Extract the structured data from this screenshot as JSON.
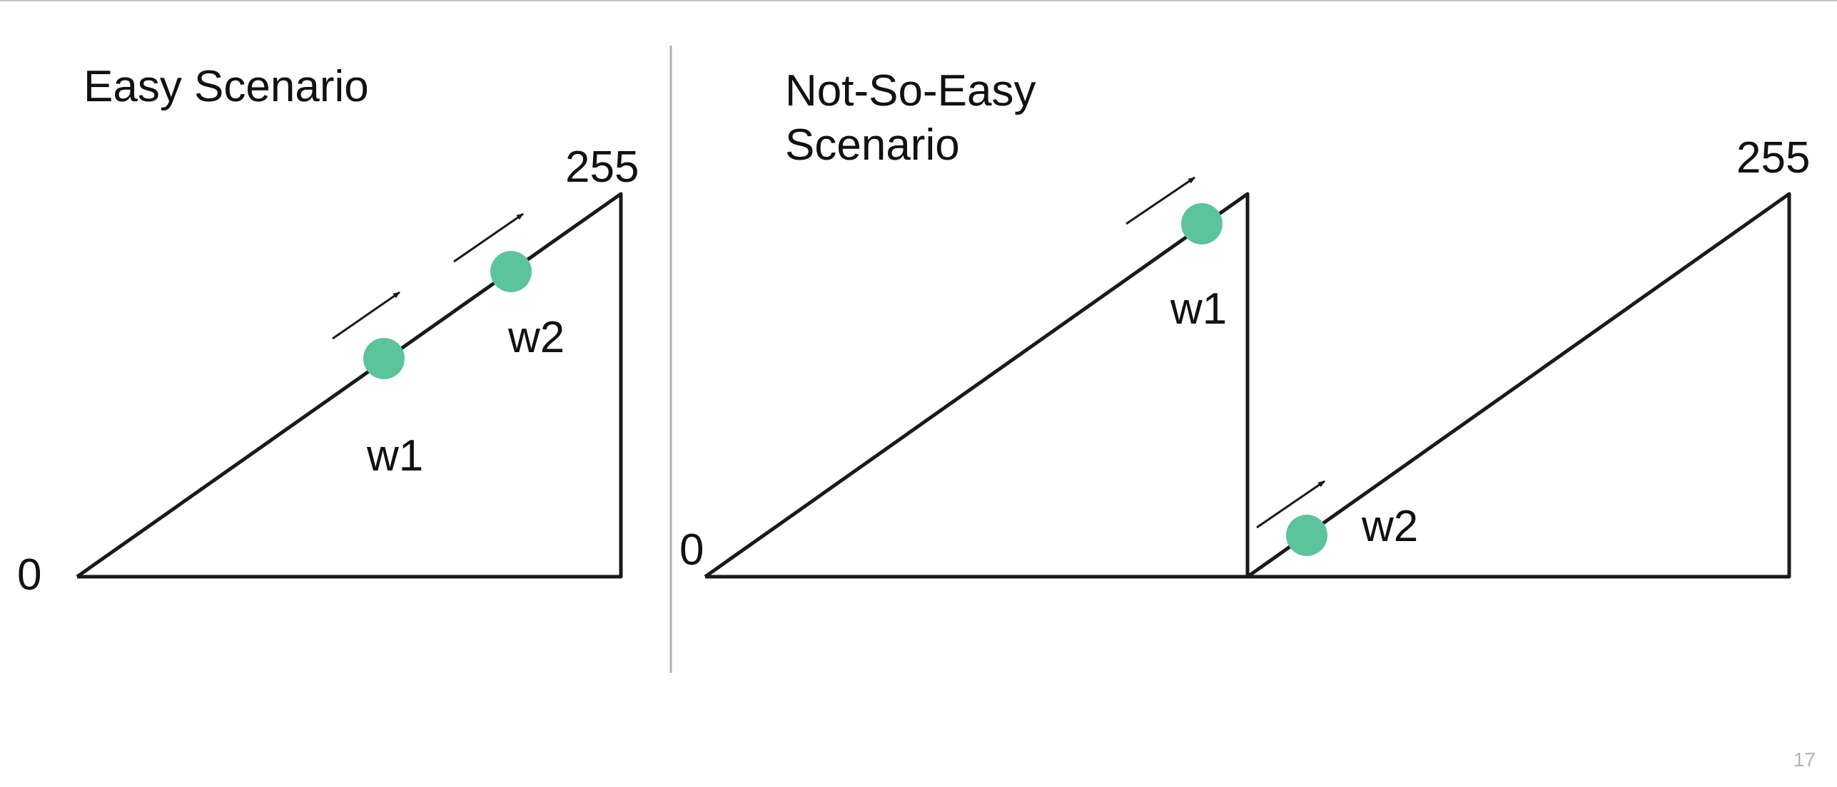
{
  "slide": {
    "page_number": "17"
  },
  "panels": {
    "easy": {
      "title": "Easy Scenario",
      "min_label": "0",
      "max_label": "255",
      "weights": [
        {
          "label": "w1"
        },
        {
          "label": "w2"
        }
      ]
    },
    "not_so_easy": {
      "title_line1": "Not-So-Easy",
      "title_line2": "Scenario",
      "min_label": "0",
      "max_label": "255",
      "weights": [
        {
          "label": "w1"
        },
        {
          "label": "w2"
        }
      ]
    }
  },
  "colors": {
    "dot": "#5cc49b",
    "line": "#1a1a1a",
    "divider": "#b0b0b0",
    "text": "#111111"
  }
}
